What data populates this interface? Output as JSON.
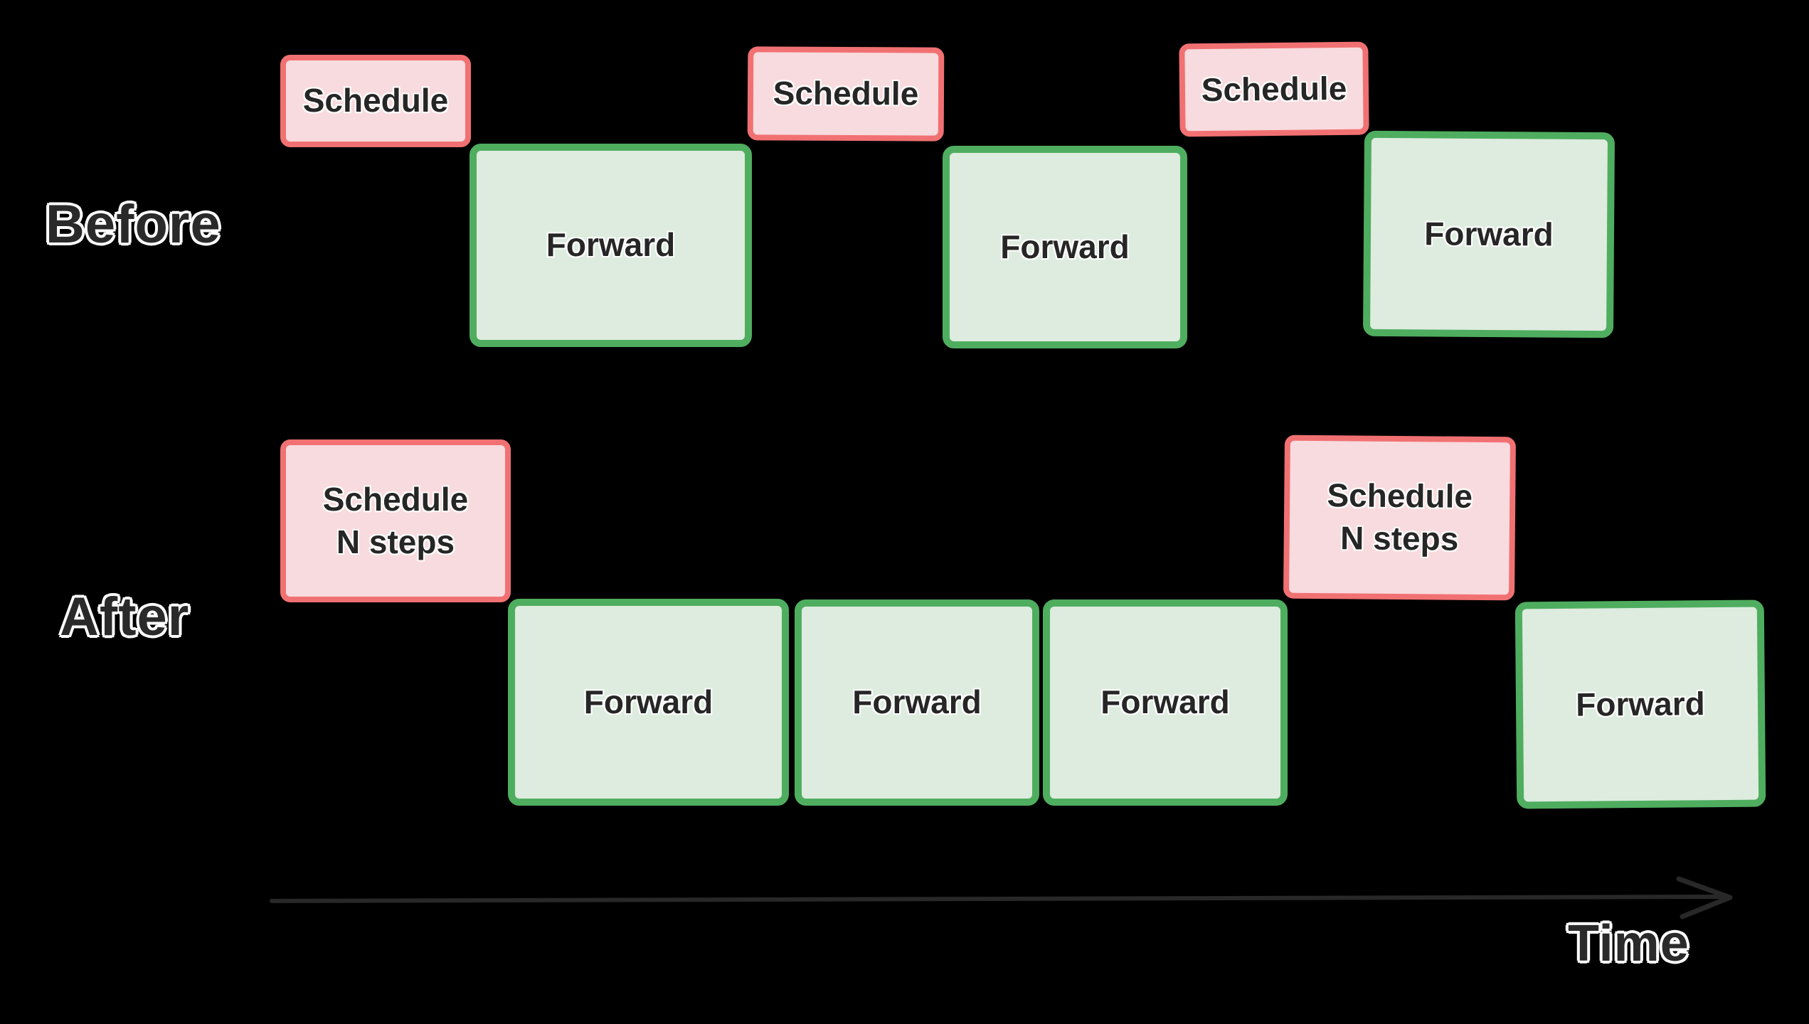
{
  "palette": {
    "background": "#000000",
    "schedule_fill": "#f8dbde",
    "schedule_border": "#f17173",
    "forward_fill": "#ddecdf",
    "forward_border": "#4fad5f",
    "box_text": "#262626",
    "label_text": "#2a2a2a",
    "axis_color": "#282828"
  },
  "rows": [
    {
      "label": "Before",
      "blocks": [
        {
          "kind": "schedule",
          "label": "Schedule"
        },
        {
          "kind": "forward",
          "label": "Forward"
        },
        {
          "kind": "schedule",
          "label": "Schedule"
        },
        {
          "kind": "forward",
          "label": "Forward"
        },
        {
          "kind": "schedule",
          "label": "Schedule"
        },
        {
          "kind": "forward",
          "label": "Forward"
        }
      ]
    },
    {
      "label": "After",
      "blocks": [
        {
          "kind": "schedule",
          "line1": "Schedule",
          "line2": "N steps"
        },
        {
          "kind": "forward",
          "label": "Forward"
        },
        {
          "kind": "forward",
          "label": "Forward"
        },
        {
          "kind": "forward",
          "label": "Forward"
        },
        {
          "kind": "schedule",
          "line1": "Schedule",
          "line2": "N steps"
        },
        {
          "kind": "forward",
          "label": "Forward"
        }
      ]
    }
  ],
  "axis": {
    "label": "Time"
  }
}
